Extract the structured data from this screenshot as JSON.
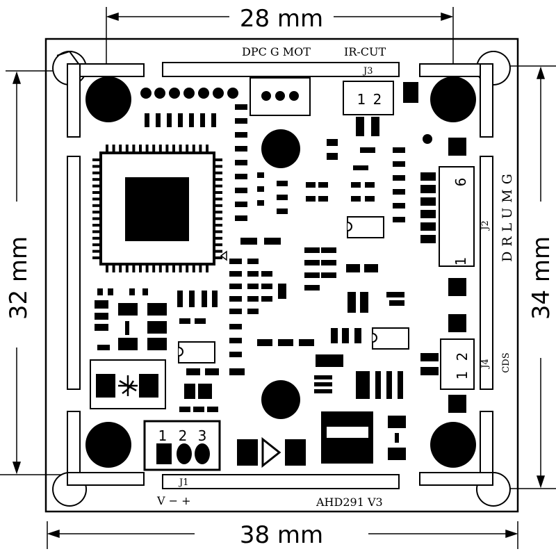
{
  "dimensions": {
    "top_width": "28 mm",
    "bottom_width": "38 mm",
    "left_height": "32 mm",
    "right_height": "34 mm"
  },
  "labels": {
    "top_connector": "DPC G MOT",
    "ircut": "IR-CUT",
    "j3": "J3",
    "j1": "J1",
    "j2": "J2",
    "j4": "J4",
    "cds": "CDS",
    "brand": "DRLUMG",
    "model": "AHD291 V3",
    "power": "V − +"
  },
  "pins": {
    "j3_1": "1",
    "j3_2": "2",
    "j4_1": "1",
    "j4_2": "2",
    "j2_1": "1",
    "j2_6": "6",
    "j1_1": "1",
    "j1_2": "2",
    "j1_3": "3"
  }
}
